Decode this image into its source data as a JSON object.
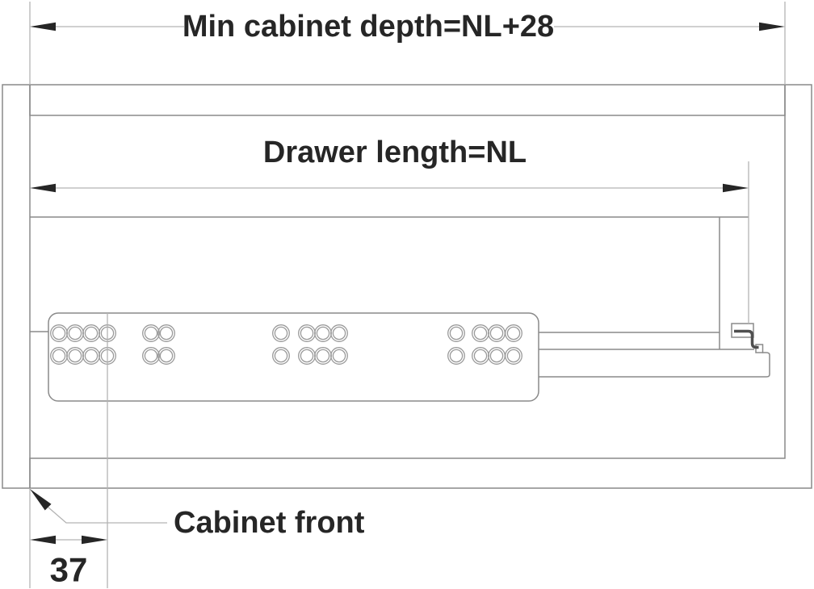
{
  "diagram": {
    "type": "technical-drawing",
    "subject": "drawer-slide-installation-side-view",
    "dimensions": {
      "cabinet_depth": {
        "label": "Min cabinet depth=NL+28"
      },
      "drawer_length": {
        "label": "Drawer length=NL"
      },
      "front_setback": {
        "value": "37"
      }
    },
    "labels": {
      "cabinet_front": "Cabinet front"
    },
    "colors": {
      "background": "#ffffff",
      "outline_gray": "#8a8a8a",
      "dimension_gray": "#b3b3b3",
      "hatch_gray": "#bcbcbc",
      "hole_gray": "#9a9a9a",
      "ink_black": "#262626",
      "bracket_dark": "#4f4f4f"
    },
    "slide": {
      "hole_rows_y": [
        413,
        441
      ],
      "hole_groups": [
        [
          73,
          93,
          113,
          133
        ],
        [
          187,
          206
        ],
        [
          348
        ],
        [
          380,
          400,
          420
        ],
        [
          565
        ],
        [
          595,
          615,
          636
        ]
      ],
      "hole_outer_r": 10.3,
      "hole_inner_r": 7.6
    }
  }
}
